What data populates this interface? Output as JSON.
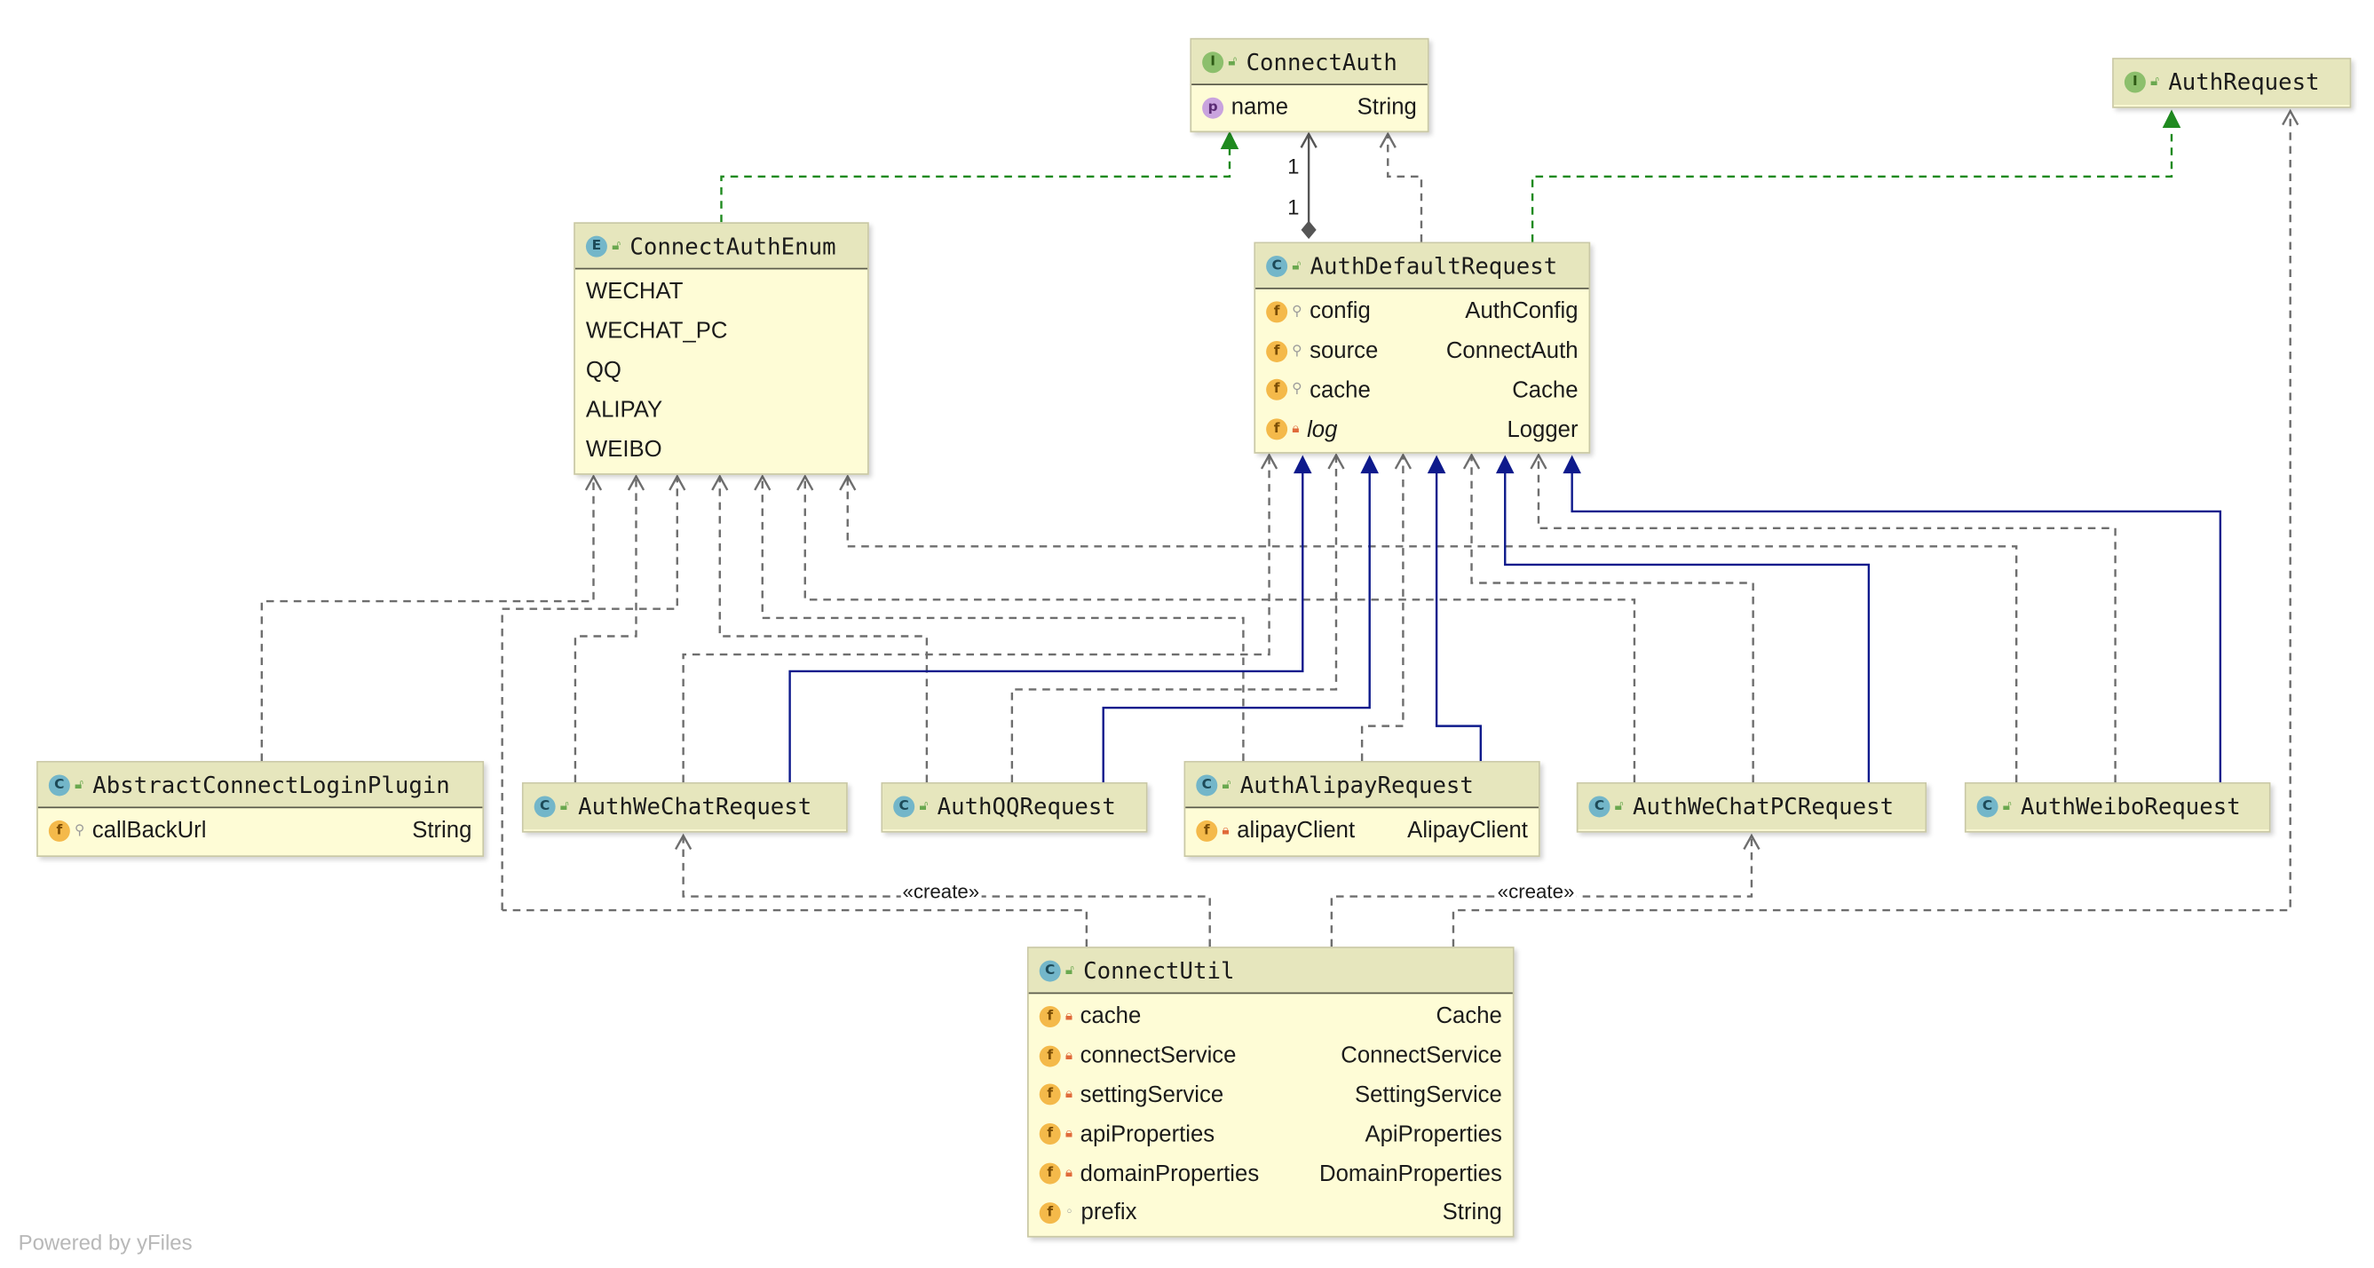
{
  "nodes": {
    "connect_auth": {
      "kind": "I",
      "title": "ConnectAuth",
      "fields": [
        {
          "icon": "p",
          "vis": "",
          "name": "name",
          "type": "String"
        }
      ]
    },
    "auth_request": {
      "kind": "I",
      "title": "AuthRequest",
      "fields": []
    },
    "connect_auth_enum": {
      "kind": "E",
      "title": "ConnectAuthEnum",
      "values": [
        "WECHAT",
        "WECHAT_PC",
        "QQ",
        "ALIPAY",
        "WEIBO"
      ]
    },
    "auth_default_request": {
      "kind": "C",
      "title": "AuthDefaultRequest",
      "fields": [
        {
          "icon": "f",
          "vis": "pkg",
          "name": "config",
          "type": "AuthConfig"
        },
        {
          "icon": "f",
          "vis": "pkg",
          "name": "source",
          "type": "ConnectAuth"
        },
        {
          "icon": "f",
          "vis": "pkg",
          "name": "cache",
          "type": "Cache"
        },
        {
          "icon": "f",
          "vis": "priv",
          "name": "log",
          "type": "Logger",
          "italic": true
        }
      ]
    },
    "abstract_connect_login_plugin": {
      "kind": "C",
      "title": "AbstractConnectLoginPlugin",
      "fields": [
        {
          "icon": "f",
          "vis": "pkg",
          "name": "callBackUrl",
          "type": "String"
        }
      ]
    },
    "auth_wechat_request": {
      "kind": "C",
      "title": "AuthWeChatRequest",
      "fields": []
    },
    "auth_qq_request": {
      "kind": "C",
      "title": "AuthQQRequest",
      "fields": []
    },
    "auth_alipay_request": {
      "kind": "C",
      "title": "AuthAlipayRequest",
      "fields": [
        {
          "icon": "f",
          "vis": "priv",
          "name": "alipayClient",
          "type": "AlipayClient"
        }
      ]
    },
    "auth_wechat_pc_request": {
      "kind": "C",
      "title": "AuthWeChatPCRequest",
      "fields": []
    },
    "auth_weibo_request": {
      "kind": "C",
      "title": "AuthWeiboRequest",
      "fields": []
    },
    "connect_util": {
      "kind": "C",
      "title": "ConnectUtil",
      "fields": [
        {
          "icon": "f",
          "vis": "priv",
          "name": "cache",
          "type": "Cache"
        },
        {
          "icon": "f",
          "vis": "priv",
          "name": "connectService",
          "type": "ConnectService"
        },
        {
          "icon": "f",
          "vis": "priv",
          "name": "settingService",
          "type": "SettingService"
        },
        {
          "icon": "f",
          "vis": "priv",
          "name": "apiProperties",
          "type": "ApiProperties"
        },
        {
          "icon": "f",
          "vis": "priv",
          "name": "domainProperties",
          "type": "DomainProperties"
        },
        {
          "icon": "f",
          "vis": "prot",
          "name": "prefix",
          "type": "String"
        }
      ]
    }
  },
  "edge_labels": {
    "create_left": "«create»",
    "create_right": "«create»",
    "mult_top": "1",
    "mult_bottom": "1"
  },
  "colors": {
    "realization": "#1f8a1f",
    "inheritance": "#0e1a8c",
    "dependency": "#6e6e6e",
    "association": "#555555"
  },
  "footer": "Powered by yFiles"
}
